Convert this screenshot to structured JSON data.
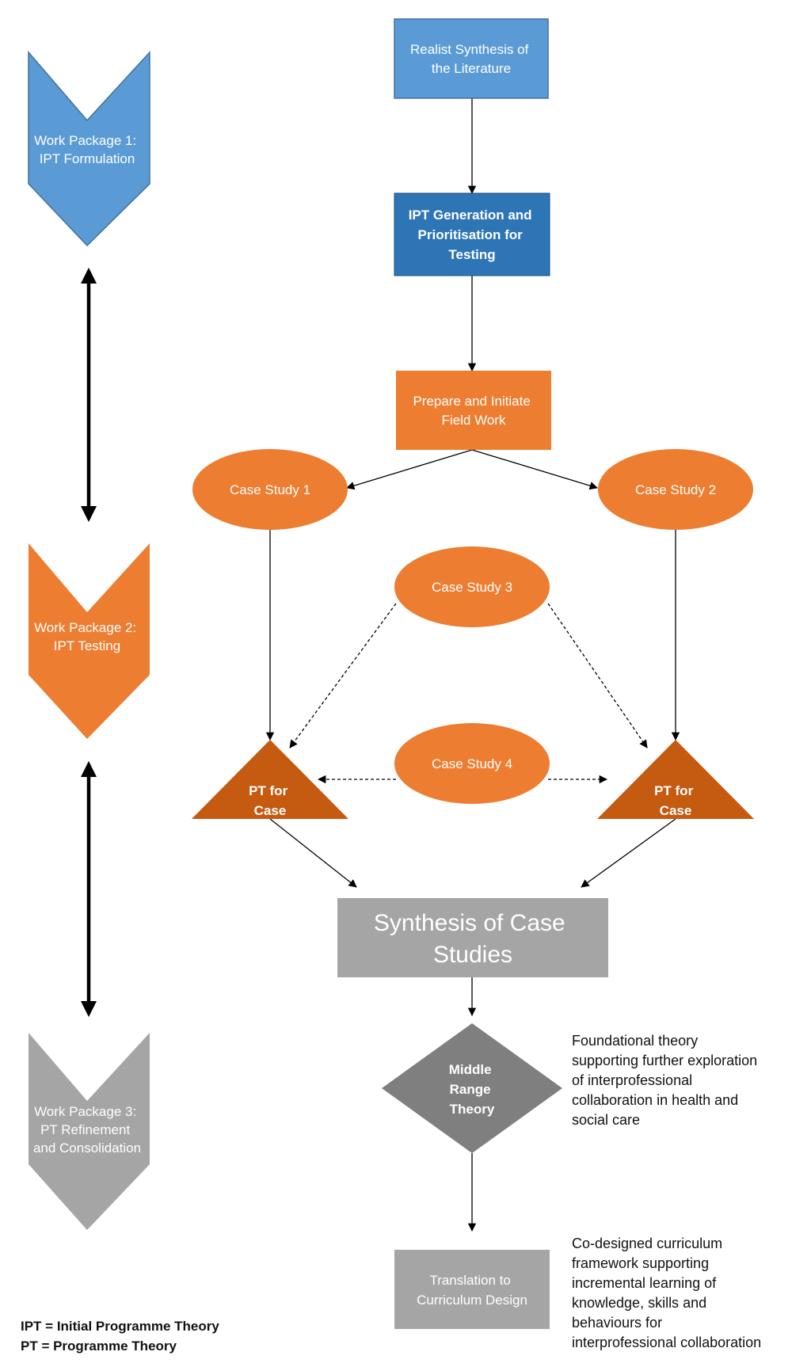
{
  "work_packages": [
    {
      "lines": [
        "Work Package 1:",
        "IPT Formulation"
      ],
      "color": "#5b9bd5"
    },
    {
      "lines": [
        "Work Package 2:",
        "IPT Testing"
      ],
      "color": "#ed7d31"
    },
    {
      "lines": [
        "Work Package 3:",
        "PT Refinement",
        "and Consolidation"
      ],
      "color": "#a5a5a5"
    }
  ],
  "nodes": {
    "realist_synthesis": [
      "Realist Synthesis of",
      "the Literature"
    ],
    "ipt_generation": [
      "IPT Generation and",
      "Prioritisation for",
      "Testing"
    ],
    "prepare_fieldwork": [
      "Prepare and Initiate",
      "Field Work"
    ],
    "case_study_1": "Case Study 1",
    "case_study_2": "Case Study 2",
    "case_study_3": "Case Study 3",
    "case_study_4": "Case Study 4",
    "pt_case_left": [
      "PT for",
      "Case"
    ],
    "pt_case_right": [
      "PT for",
      "Case"
    ],
    "synthesis_case_studies": [
      "Synthesis of Case",
      "Studies"
    ],
    "middle_range_theory": [
      "Middle",
      "Range",
      "Theory"
    ],
    "translation_curriculum": [
      "Translation to",
      "Curriculum Design"
    ]
  },
  "notes": {
    "foundational": [
      "Foundational theory",
      "supporting further exploration",
      "of interprofessional",
      "collaboration in health and",
      "social care"
    ],
    "codesigned": [
      "Co-designed curriculum",
      "framework supporting",
      "incremental learning of",
      "knowledge, skills and",
      "behaviours for",
      "interprofessional collaboration"
    ]
  },
  "legend": [
    "IPT = Initial Programme Theory",
    "PT = Programme Theory"
  ],
  "colors": {
    "blue_light": "#5b9bd5",
    "blue_dark": "#2e75b6",
    "orange": "#ed7d31",
    "orange_dark": "#c55a11",
    "grey": "#a5a5a5",
    "grey_dark": "#7f7f7f"
  }
}
